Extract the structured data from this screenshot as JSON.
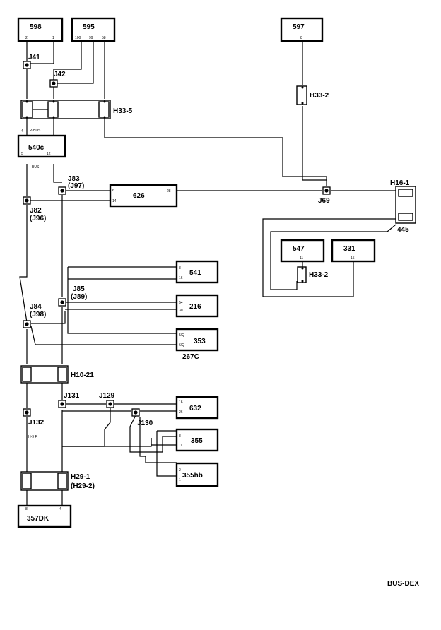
{
  "diagram_code": "BUS-DEX",
  "components": {
    "c598": "598",
    "c595": "595",
    "c597": "597",
    "c540c": "540c",
    "c626": "626",
    "c547": "547",
    "c331": "331",
    "c541": "541",
    "c216": "216",
    "c353": "353",
    "c632": "632",
    "c355": "355",
    "c355hb": "355hb",
    "c357dk": "357DK"
  },
  "connectors": {
    "h33_5": "H33-5",
    "h33_2_top": "H33-2",
    "h33_2_low": "H33-2",
    "h16_1": "H16-1",
    "h10_21": "H10-21",
    "h29_1": "H29-1",
    "h29_2": "(H29-2)",
    "code_445": "445",
    "code_267c": "267C"
  },
  "junctions": {
    "j41": "J41",
    "j42": "J42",
    "j83": "J83",
    "j97": "(J97)",
    "j82": "J82",
    "j96": "(J96)",
    "j69": "J69",
    "j85": "J85",
    "j89": "(J89)",
    "j84": "J84",
    "j98": "(J98)",
    "j131": "J131",
    "j129": "J129",
    "j132": "J132",
    "j130": "J130"
  },
  "pins": {
    "p598_a": "2",
    "p598_b": "1",
    "p595_a": "100",
    "p595_b": "99",
    "p595_c": "58",
    "p597": "8",
    "p540_tl": "4",
    "p540_bl": "5",
    "p540_br": "12",
    "p626_a": "6",
    "p626_b": "14",
    "p626_c": "28",
    "p541_a": "8",
    "p541_b": "16",
    "p216_a": "54",
    "p216_b": "30",
    "p353_a": "5/Q",
    "p353_b": "6/Q",
    "p632_a": "16",
    "p632_b": "26",
    "p355_a": "8",
    "p355_b": "11",
    "p355hb_a": "2",
    "p355hb_b": "1",
    "p357_a": "8",
    "p357_b": "4",
    "p547": "11",
    "p331": "15",
    "bus_top": "P-BUS",
    "bus_bot": "I-BUS",
    "h_note": "H-9 F"
  }
}
